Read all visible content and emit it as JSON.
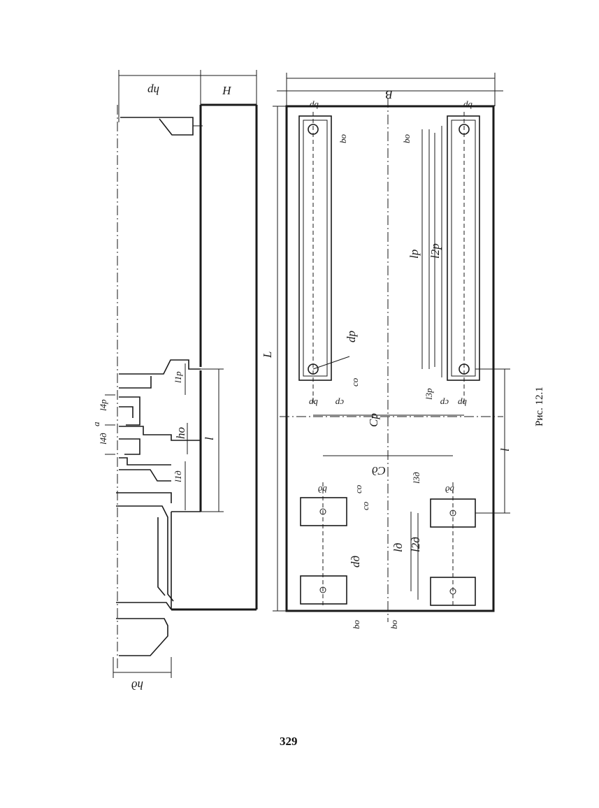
{
  "figure": {
    "caption": "Рис. 12.1",
    "page_number": "329",
    "labels": {
      "H": "H",
      "hp": "hp",
      "hd": "hд",
      "ho": "ho",
      "l": "l",
      "L": "L",
      "B": "B",
      "b_p": "bp",
      "b_o": "bo",
      "b_d": "bд",
      "l_p": "lp",
      "l_2p": "l2p",
      "l_3p": "l3p",
      "l_1p": "l1p",
      "l_d": "lд",
      "l_2d": "l2д",
      "l_3d": "l3д",
      "l_1d": "l1д",
      "l_4p": "l4p",
      "l_4d": "l4д",
      "a": "a",
      "d_p": "dp",
      "d_d": "dд",
      "c_o": "co",
      "C_p": "Cp",
      "C_d": "Cд",
      "c_p": "cp"
    }
  }
}
